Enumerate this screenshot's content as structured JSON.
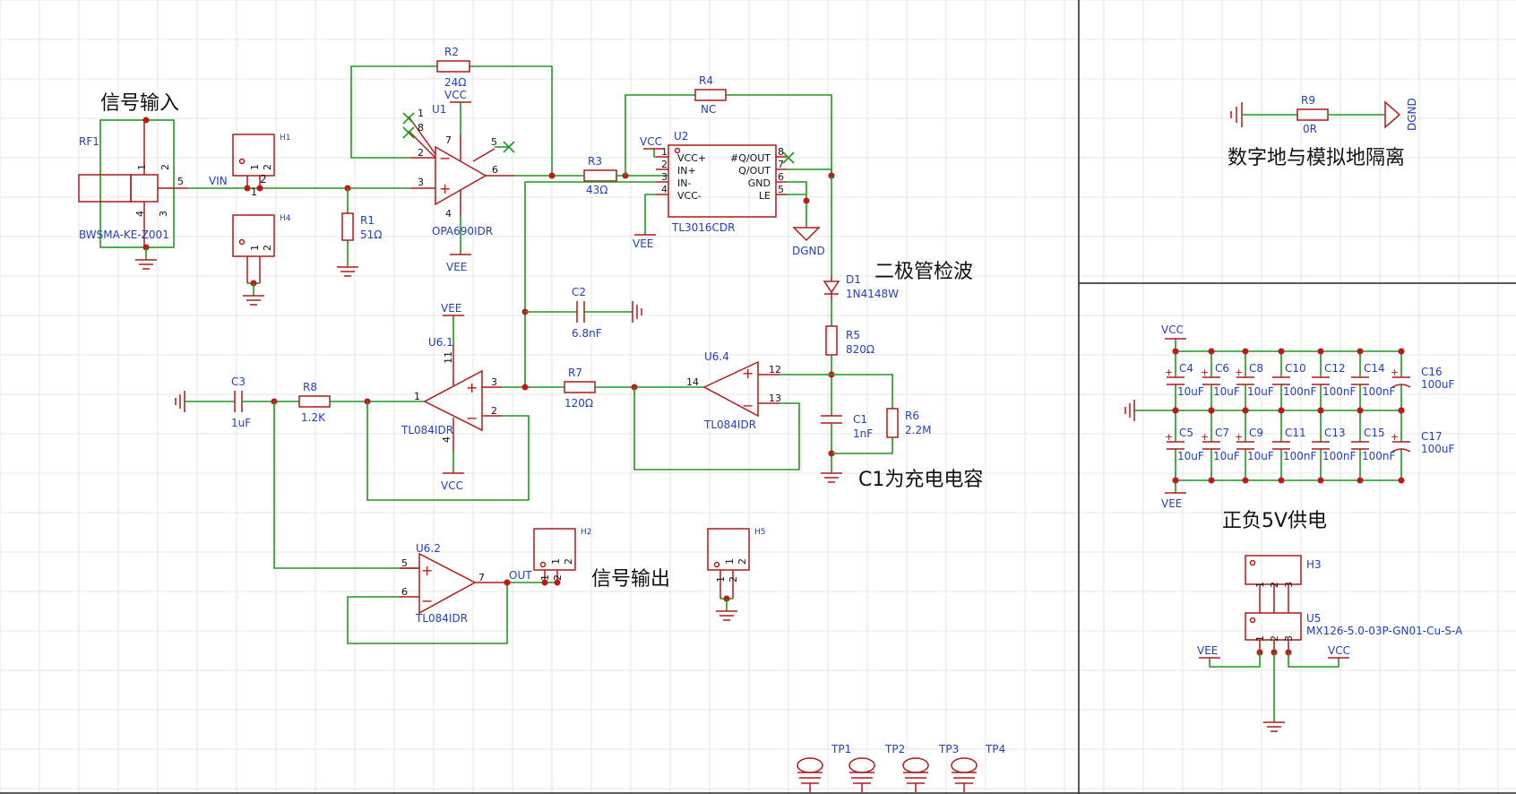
{
  "titles": {
    "signal_in": "信号输入",
    "signal_out": "信号输出",
    "diode_detect": "二极管检波",
    "charge_cap": "C1为充电电容",
    "ground_isolation": "数字地与模拟地隔离",
    "power_supply": "正负5V供电"
  },
  "components": {
    "rf1": {
      "ref": "RF1",
      "value": "BWSMA-KE-Z001"
    },
    "h1": {
      "ref": "H1"
    },
    "h4": {
      "ref": "H4"
    },
    "h2": {
      "ref": "H2"
    },
    "h5": {
      "ref": "H5"
    },
    "h3": {
      "ref": "H3"
    },
    "r1": {
      "ref": "R1",
      "value": "51Ω"
    },
    "r2": {
      "ref": "R2",
      "value": "24Ω"
    },
    "r3": {
      "ref": "R3",
      "value": "43Ω"
    },
    "r4": {
      "ref": "R4",
      "value": "NC"
    },
    "r5": {
      "ref": "R5",
      "value": "820Ω"
    },
    "r6": {
      "ref": "R6",
      "value": "2.2M"
    },
    "r7": {
      "ref": "R7",
      "value": "120Ω"
    },
    "r8": {
      "ref": "R8",
      "value": "1.2K"
    },
    "r9": {
      "ref": "R9",
      "value": "0R"
    },
    "c1": {
      "ref": "C1",
      "value": "1nF"
    },
    "c2": {
      "ref": "C2",
      "value": "6.8nF"
    },
    "c3": {
      "ref": "C3",
      "value": "1uF"
    },
    "d1": {
      "ref": "D1",
      "value": "1N4148W"
    },
    "u1": {
      "ref": "U1",
      "value": "OPA690IDR"
    },
    "u2": {
      "ref": "U2",
      "value": "TL3016CDR"
    },
    "u61": {
      "ref": "U6.1",
      "value": "TL084IDR"
    },
    "u62": {
      "ref": "U6.2",
      "value": "TL084IDR"
    },
    "u64": {
      "ref": "U6.4",
      "value": "TL084IDR"
    },
    "u5": {
      "ref": "U5",
      "value": "MX126-5.0-03P-GN01-Cu-S-A"
    },
    "tp1": {
      "ref": "TP1"
    },
    "tp2": {
      "ref": "TP2"
    },
    "tp3": {
      "ref": "TP3"
    },
    "tp4": {
      "ref": "TP4"
    }
  },
  "u2_pins": [
    "VCC+",
    "IN+",
    "IN-",
    "VCC-",
    "#Q/OUT",
    "Q/OUT",
    "GND",
    "LE"
  ],
  "decoupling": {
    "top": [
      {
        "ref": "C4",
        "value": "10uF"
      },
      {
        "ref": "C6",
        "value": "10uF"
      },
      {
        "ref": "C8",
        "value": "10uF"
      },
      {
        "ref": "C10",
        "value": "100nF"
      },
      {
        "ref": "C12",
        "value": "100nF"
      },
      {
        "ref": "C14",
        "value": "100nF"
      },
      {
        "ref": "C16",
        "value": "100uF"
      }
    ],
    "bottom": [
      {
        "ref": "C5",
        "value": "10uF"
      },
      {
        "ref": "C7",
        "value": "10uF"
      },
      {
        "ref": "C9",
        "value": "10uF"
      },
      {
        "ref": "C11",
        "value": "100nF"
      },
      {
        "ref": "C13",
        "value": "100nF"
      },
      {
        "ref": "C15",
        "value": "100nF"
      },
      {
        "ref": "C17",
        "value": "100uF"
      }
    ]
  },
  "nets": {
    "vin": "VIN",
    "out": "OUT",
    "vcc": "VCC",
    "vee": "VEE",
    "dgnd": "DGND"
  }
}
